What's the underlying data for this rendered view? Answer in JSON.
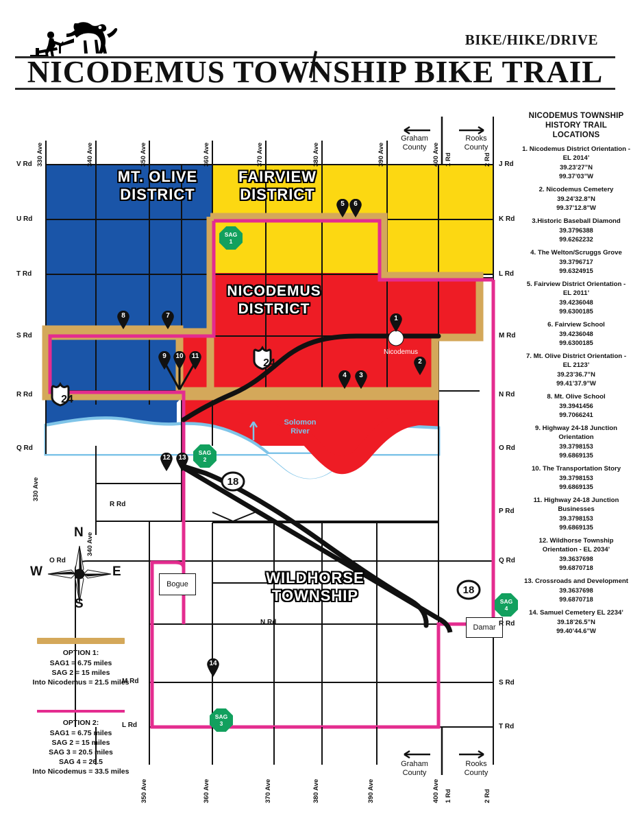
{
  "header": {
    "tagline": "BIKE/HIKE/DRIVE",
    "title": "NICODEMUS TOWNSHIP BIKE TRAIL",
    "logo_icon": "horse-plow-icon"
  },
  "sidebar": {
    "title": "NICODEMUS TOWNSHIP HISTORY TRAIL LOCATIONS",
    "entries": [
      {
        "name": "1. Nicodemus District Orientation - EL 2014’",
        "lat": "39.23’27”N",
        "lon": "99.37’03”W"
      },
      {
        "name": "2. Nicodemus Cemetery",
        "lat": "39.24’32.8”N",
        "lon": "99.37’12.8”W"
      },
      {
        "name": "3.Historic Baseball Diamond",
        "lat": "39.3796388",
        "lon": "99.6262232"
      },
      {
        "name": "4. The Welton/Scruggs Grove",
        "lat": "39.3796717",
        "lon": "99.6324915"
      },
      {
        "name": "5. Fairview District Orientation - EL 2011’",
        "lat": "39.4236048",
        "lon": "99.6300185"
      },
      {
        "name": "6. Fairview School",
        "lat": "39.4236048",
        "lon": "99.6300185"
      },
      {
        "name": "7. Mt. Olive District Orientation - EL 2123’",
        "lat": "39.23’36.7”N",
        "lon": "99.41’37.9”W"
      },
      {
        "name": "8. Mt. Olive School",
        "lat": "39.3941456",
        "lon": "99.7066241"
      },
      {
        "name": "9. Highway 24-18 Junction Orientation",
        "lat": "39.3798153",
        "lon": "99.6869135"
      },
      {
        "name": "10. The Transportation Story",
        "lat": "39.3798153",
        "lon": "99.6869135"
      },
      {
        "name": "11. Highway 24-18 Junction Businesses",
        "lat": "39.3798153",
        "lon": "99.6869135"
      },
      {
        "name": "12. Wildhorse Township Orientation - EL 2034’",
        "lat": "39.3637698",
        "lon": "99.6870718"
      },
      {
        "name": "13. Crossroads and Development",
        "lat": "39.3637698",
        "lon": "99.6870718"
      },
      {
        "name": "14. Samuel Cemetery EL 2234’",
        "lat": "39.18’26.5”N",
        "lon": "99.40’44.6”W"
      }
    ]
  },
  "map": {
    "districts": [
      {
        "id": "mt-olive",
        "label": "MT. OLIVE\nDISTRICT",
        "color": "#1a55a8"
      },
      {
        "id": "fairview",
        "label": "FAIRVIEW\nDISTRICT",
        "color": "#fcd812"
      },
      {
        "id": "nicodemus",
        "label": "NICODEMUS\nDISTRICT",
        "color": "#ee1c25"
      }
    ],
    "township_label": "WILDHORSE\nTOWNSHIP",
    "city_nicodemus": "Nicodemus",
    "place_bogue": "Bogue",
    "place_damar": "Damar",
    "river": "Solomon\nRiver",
    "highway_24": "24",
    "highway_18": "18",
    "county_left": "Graham\nCounty",
    "county_right": "Rooks\nCounty",
    "roads_left": [
      "V Rd",
      "U Rd",
      "T Rd",
      "S Rd",
      "R Rd",
      "Q Rd"
    ],
    "roads_right": [
      "J Rd",
      "K Rd",
      "L Rd",
      "M Rd",
      "N Rd",
      "O Rd",
      "P Rd",
      "Q Rd",
      "R Rd",
      "S Rd",
      "T Rd"
    ],
    "roads_inner": [
      "R Rd",
      "O Rd",
      "N Rd",
      "M Rd",
      "L Rd"
    ],
    "avenues_top": [
      "330 Ave",
      "340 Ave",
      "350 Ave",
      "360 Ave",
      "370 Ave",
      "380 Ave",
      "390 Ave",
      "400 Ave",
      "1 Rd",
      "2 Rd"
    ],
    "avenues_bottom": [
      "350 Ave",
      "360 Ave",
      "370 Ave",
      "380 Ave",
      "390 Ave",
      "400 Ave",
      "1 Rd",
      "2 Rd"
    ],
    "avenues_side": [
      "330 Ave",
      "340 Ave"
    ],
    "sag_markers": [
      {
        "label": "SAG",
        "num": "1"
      },
      {
        "label": "SAG",
        "num": "2"
      },
      {
        "label": "SAG",
        "num": "3"
      },
      {
        "label": "SAG",
        "num": "4"
      }
    ],
    "pins": [
      "1",
      "2",
      "3",
      "4",
      "5",
      "6",
      "7",
      "8",
      "9",
      "10",
      "11",
      "12",
      "13",
      "14"
    ]
  },
  "compass": {
    "n": "N",
    "e": "E",
    "s": "S",
    "w": "W",
    "icon": "compass-rose-icon"
  },
  "legend": {
    "option1": {
      "color": "#d4a85a",
      "head": "OPTION 1:",
      "lines": [
        "SAG1 = 6.75 miles",
        "SAG 2 = 15 miles",
        "Into Nicodemus = 21.5 miles"
      ]
    },
    "option2": {
      "color": "#e42c8f",
      "head": "OPTION 2:",
      "lines": [
        "SAG1 = 6.75 miles",
        "SAG 2 = 15 miles",
        "SAG 3 = 20.5 miles",
        "SAG 4 = 26.5",
        "Into Nicodemus = 33.5 miles"
      ]
    }
  }
}
